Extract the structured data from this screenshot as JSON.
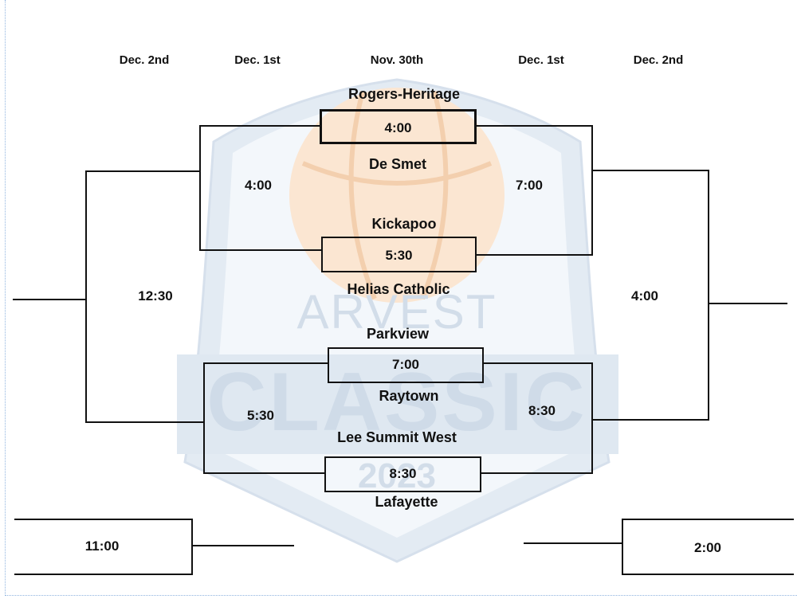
{
  "headers": {
    "col1": "Dec. 2nd",
    "col2": "Dec. 1st",
    "col3": "Nov. 30th",
    "col4": "Dec. 1st",
    "col5": "Dec. 2nd"
  },
  "teams": {
    "t1": "Rogers-Heritage",
    "t2": "De Smet",
    "t3": "Kickapoo",
    "t4": "Helias Catholic",
    "t5": "Parkview",
    "t6": "Raytown",
    "t7": "Lee Summit West",
    "t8": "Lafayette"
  },
  "first_round_times": {
    "g1": "4:00",
    "g2": "5:30",
    "g3": "7:00",
    "g4": "8:30"
  },
  "semifinal_times": {
    "left_top": "4:00",
    "right_top": "7:00",
    "left_bottom": "5:30",
    "right_bottom": "8:30"
  },
  "final_times": {
    "left": "12:30",
    "right": "4:00"
  },
  "extra_games": {
    "left": "11:00",
    "right": "2:00"
  },
  "watermark": {
    "arvest": "ARVEST",
    "classic": "CLASSIC",
    "year": "2023",
    "shield_color": "#e3ebf3",
    "ball_color": "#fbe6d2"
  }
}
